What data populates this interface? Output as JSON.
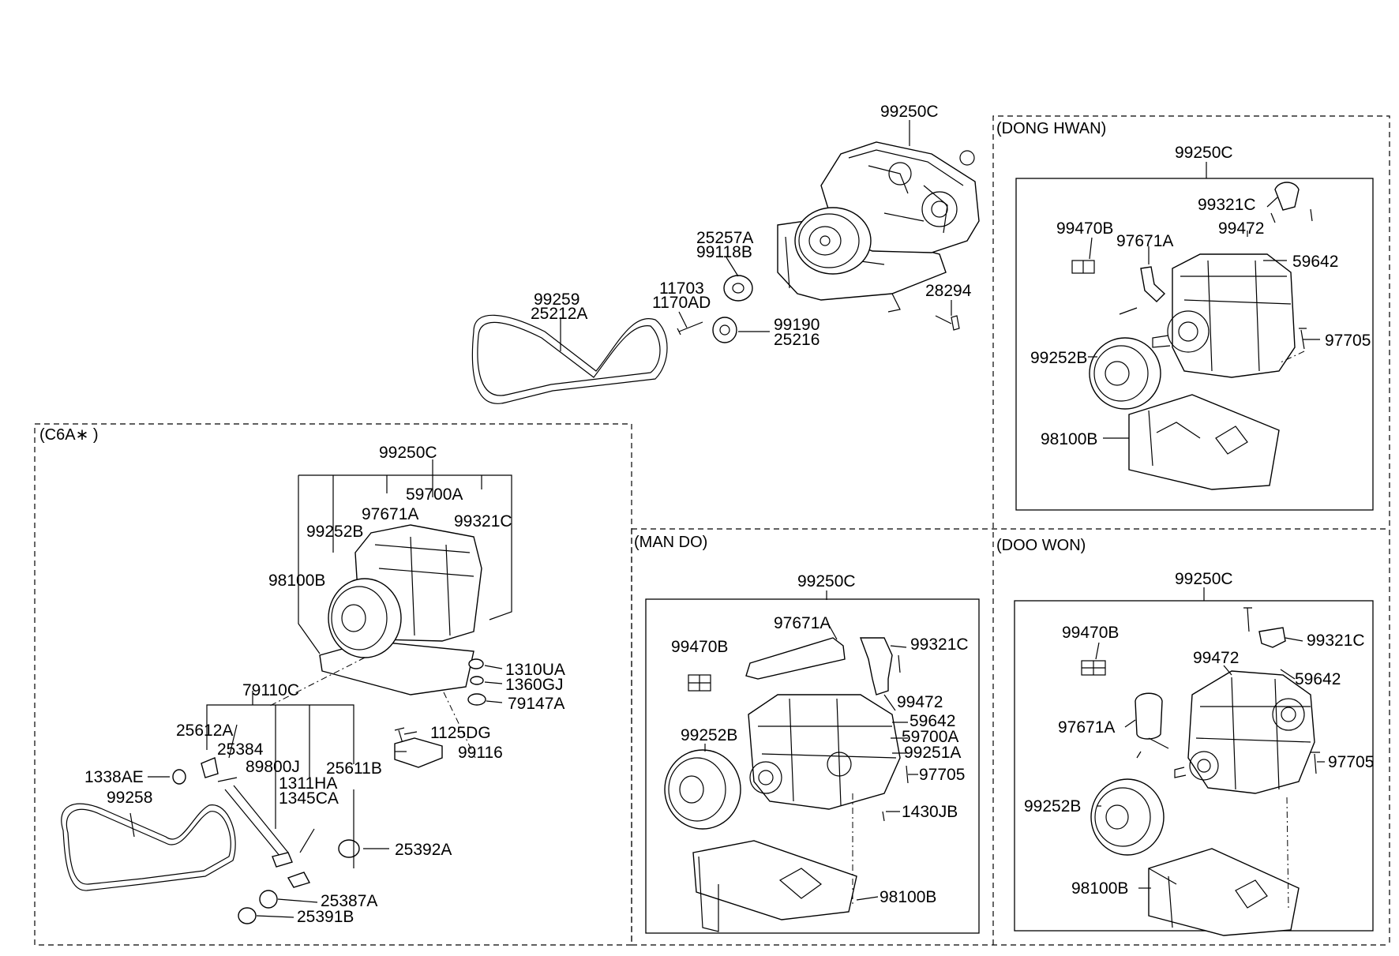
{
  "sections": {
    "c6a": "(C6A∗ )",
    "dong_hwan": "(DONG HWAN)",
    "man_do": "(MAN DO)",
    "doo_won": "(DOO WON)"
  },
  "top": {
    "p99250C": "99250C",
    "p25257A": "25257A",
    "p99118B": "99118B",
    "p11703": "11703",
    "p1170AD": "1170AD",
    "p99259": "99259",
    "p25212A": "25212A",
    "p99190": "99190",
    "p25216": "25216",
    "p28294": "28294"
  },
  "dong_hwan": {
    "p99250C": "99250C",
    "p99321C": "99321C",
    "p99470B": "99470B",
    "p97671A": "97671A",
    "p99472": "99472",
    "p59642": "59642",
    "p97705": "97705",
    "p99252B": "99252B",
    "p98100B": "98100B"
  },
  "c6a": {
    "p99250C": "99250C",
    "p59700A": "59700A",
    "p97671A": "97671A",
    "p99321C": "99321C",
    "p99252B": "99252B",
    "p98100B": "98100B",
    "p1310UA": "1310UA",
    "p1360GJ": "1360GJ",
    "p79147A": "79147A",
    "p79110C": "79110C",
    "p25612A": "25612A",
    "p25384": "25384",
    "p89800J": "89800J",
    "p25611B": "25611B",
    "p1125DG": "1125DG",
    "p99116": "99116",
    "p1338AE": "1338AE",
    "p1311HA": "1311HA",
    "p1345CA": "1345CA",
    "p99258": "99258",
    "p25392A": "25392A",
    "p25387A": "25387A",
    "p25391B": "25391B"
  },
  "man_do": {
    "p99250C": "99250C",
    "p97671A": "97671A",
    "p99470B": "99470B",
    "p99321C": "99321C",
    "p99472": "99472",
    "p59642": "59642",
    "p59700A": "59700A",
    "p99251A": "99251A",
    "p99252B": "99252B",
    "p97705": "97705",
    "p1430JB": "1430JB",
    "p98100B": "98100B"
  },
  "doo_won": {
    "p99250C": "99250C",
    "p99470B": "99470B",
    "p99321C": "99321C",
    "p99472": "99472",
    "p59642": "59642",
    "p97671A": "97671A",
    "p97705": "97705",
    "p99252B": "99252B",
    "p98100B": "98100B"
  }
}
